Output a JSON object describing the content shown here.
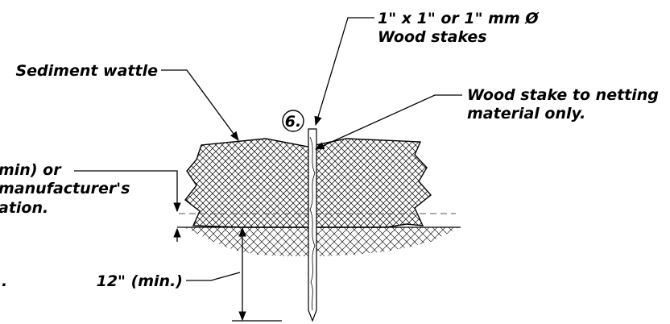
{
  "labels": {
    "stakes_line1": "1\" x 1\" or 1\" mm Ø",
    "stakes_line2": "Wood stakes",
    "sediment_wattle": "Sediment wattle",
    "netting_line1": "Wood stake to netting",
    "netting_line2": "material only.",
    "left_line1": "min) or",
    "left_line2": "manufacturer's",
    "left_line3": "ation.",
    "left_fragment": ".",
    "depth": "12\" (min.)",
    "callout_number": "6."
  },
  "colors": {
    "ink": "#000000",
    "dash": "#555555"
  }
}
